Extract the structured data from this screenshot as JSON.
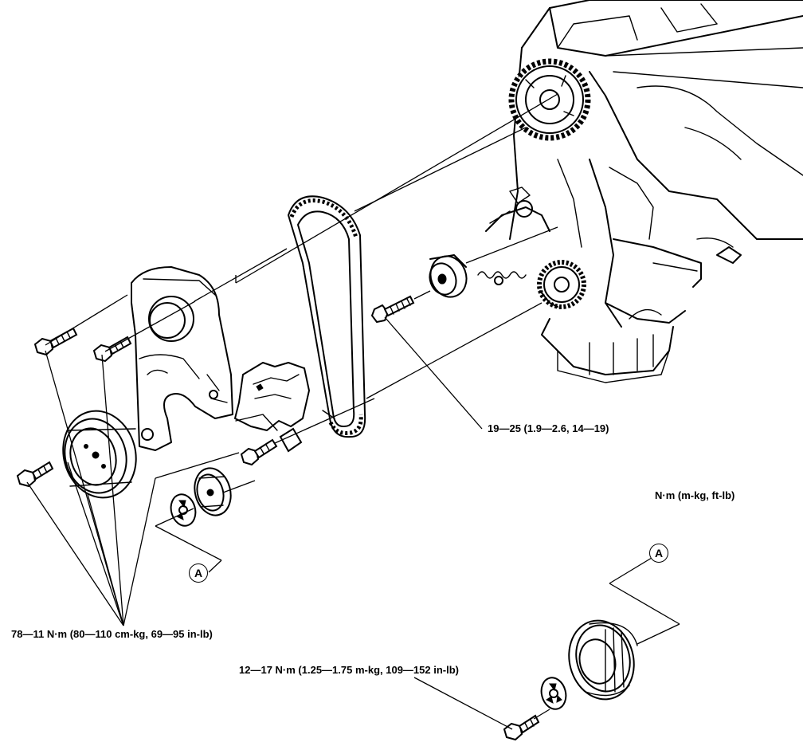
{
  "torques": {
    "idler_bolt": "19—25 (1.9—2.6, 14—19)",
    "units_note": "N·m (m-kg, ft-lb)",
    "cover_bolts": "78—11 N·m (80—110 cm-kg, 69—95 in-lb)",
    "pulley_bolt": "12—17 N·m (1.25—1.75 m-kg, 109—152 in-lb)"
  },
  "callouts": {
    "ref_a_left": "A",
    "ref_a_right": "A"
  }
}
